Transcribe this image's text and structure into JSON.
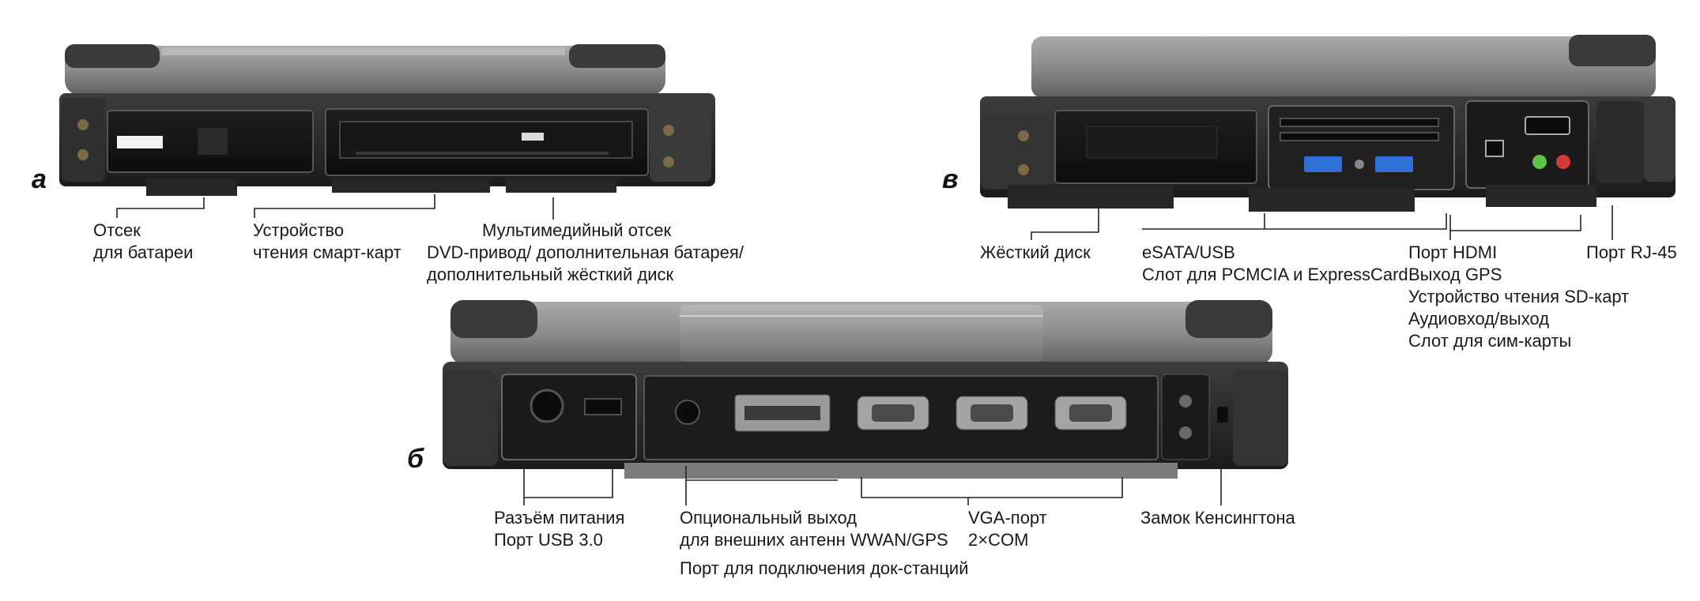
{
  "panels": {
    "a": {
      "letter": "а",
      "labels": {
        "battery": [
          "Отсек",
          "для батареи"
        ],
        "smartcard": [
          "Устройство",
          "чтения смарт-карт"
        ],
        "multimedia": [
          "Мультимедийный отсек",
          "DVD-привод/ дополнительная батарея/",
          "дополнительный жёсткий диск"
        ]
      }
    },
    "b": {
      "letter": "б",
      "labels": {
        "power": [
          "Разъём питания",
          "Порт USB 3.0"
        ],
        "antenna": [
          "Опциональный выход",
          "для внешних антенн WWAN/GPS"
        ],
        "dock": "Порт для подключения док-станций",
        "vga": [
          "VGA-порт",
          "2×COM"
        ],
        "kensington": "Замок Кенсингтона"
      }
    },
    "v": {
      "letter": "в",
      "labels": {
        "hdd": "Жёсткий диск",
        "esata": [
          "eSATA/USB",
          "Слот для PCMCIA и ExpressCard"
        ],
        "hdmi": [
          "Порт HDMI",
          "Выход GPS",
          "Устройство чтения SD-карт",
          "Аудиовход/выход",
          "Слот для сим-карты"
        ],
        "rj45": "Порт RJ-45"
      }
    }
  },
  "colors": {
    "chassis_dark": "#2b2b2b",
    "chassis_mid": "#555555",
    "lid_grey": "#8d8e8f",
    "bumper": "#3a3a3a",
    "port_blue": "#2f6fd6",
    "audio_green": "#5dc24a",
    "audio_red": "#d23a3a"
  }
}
